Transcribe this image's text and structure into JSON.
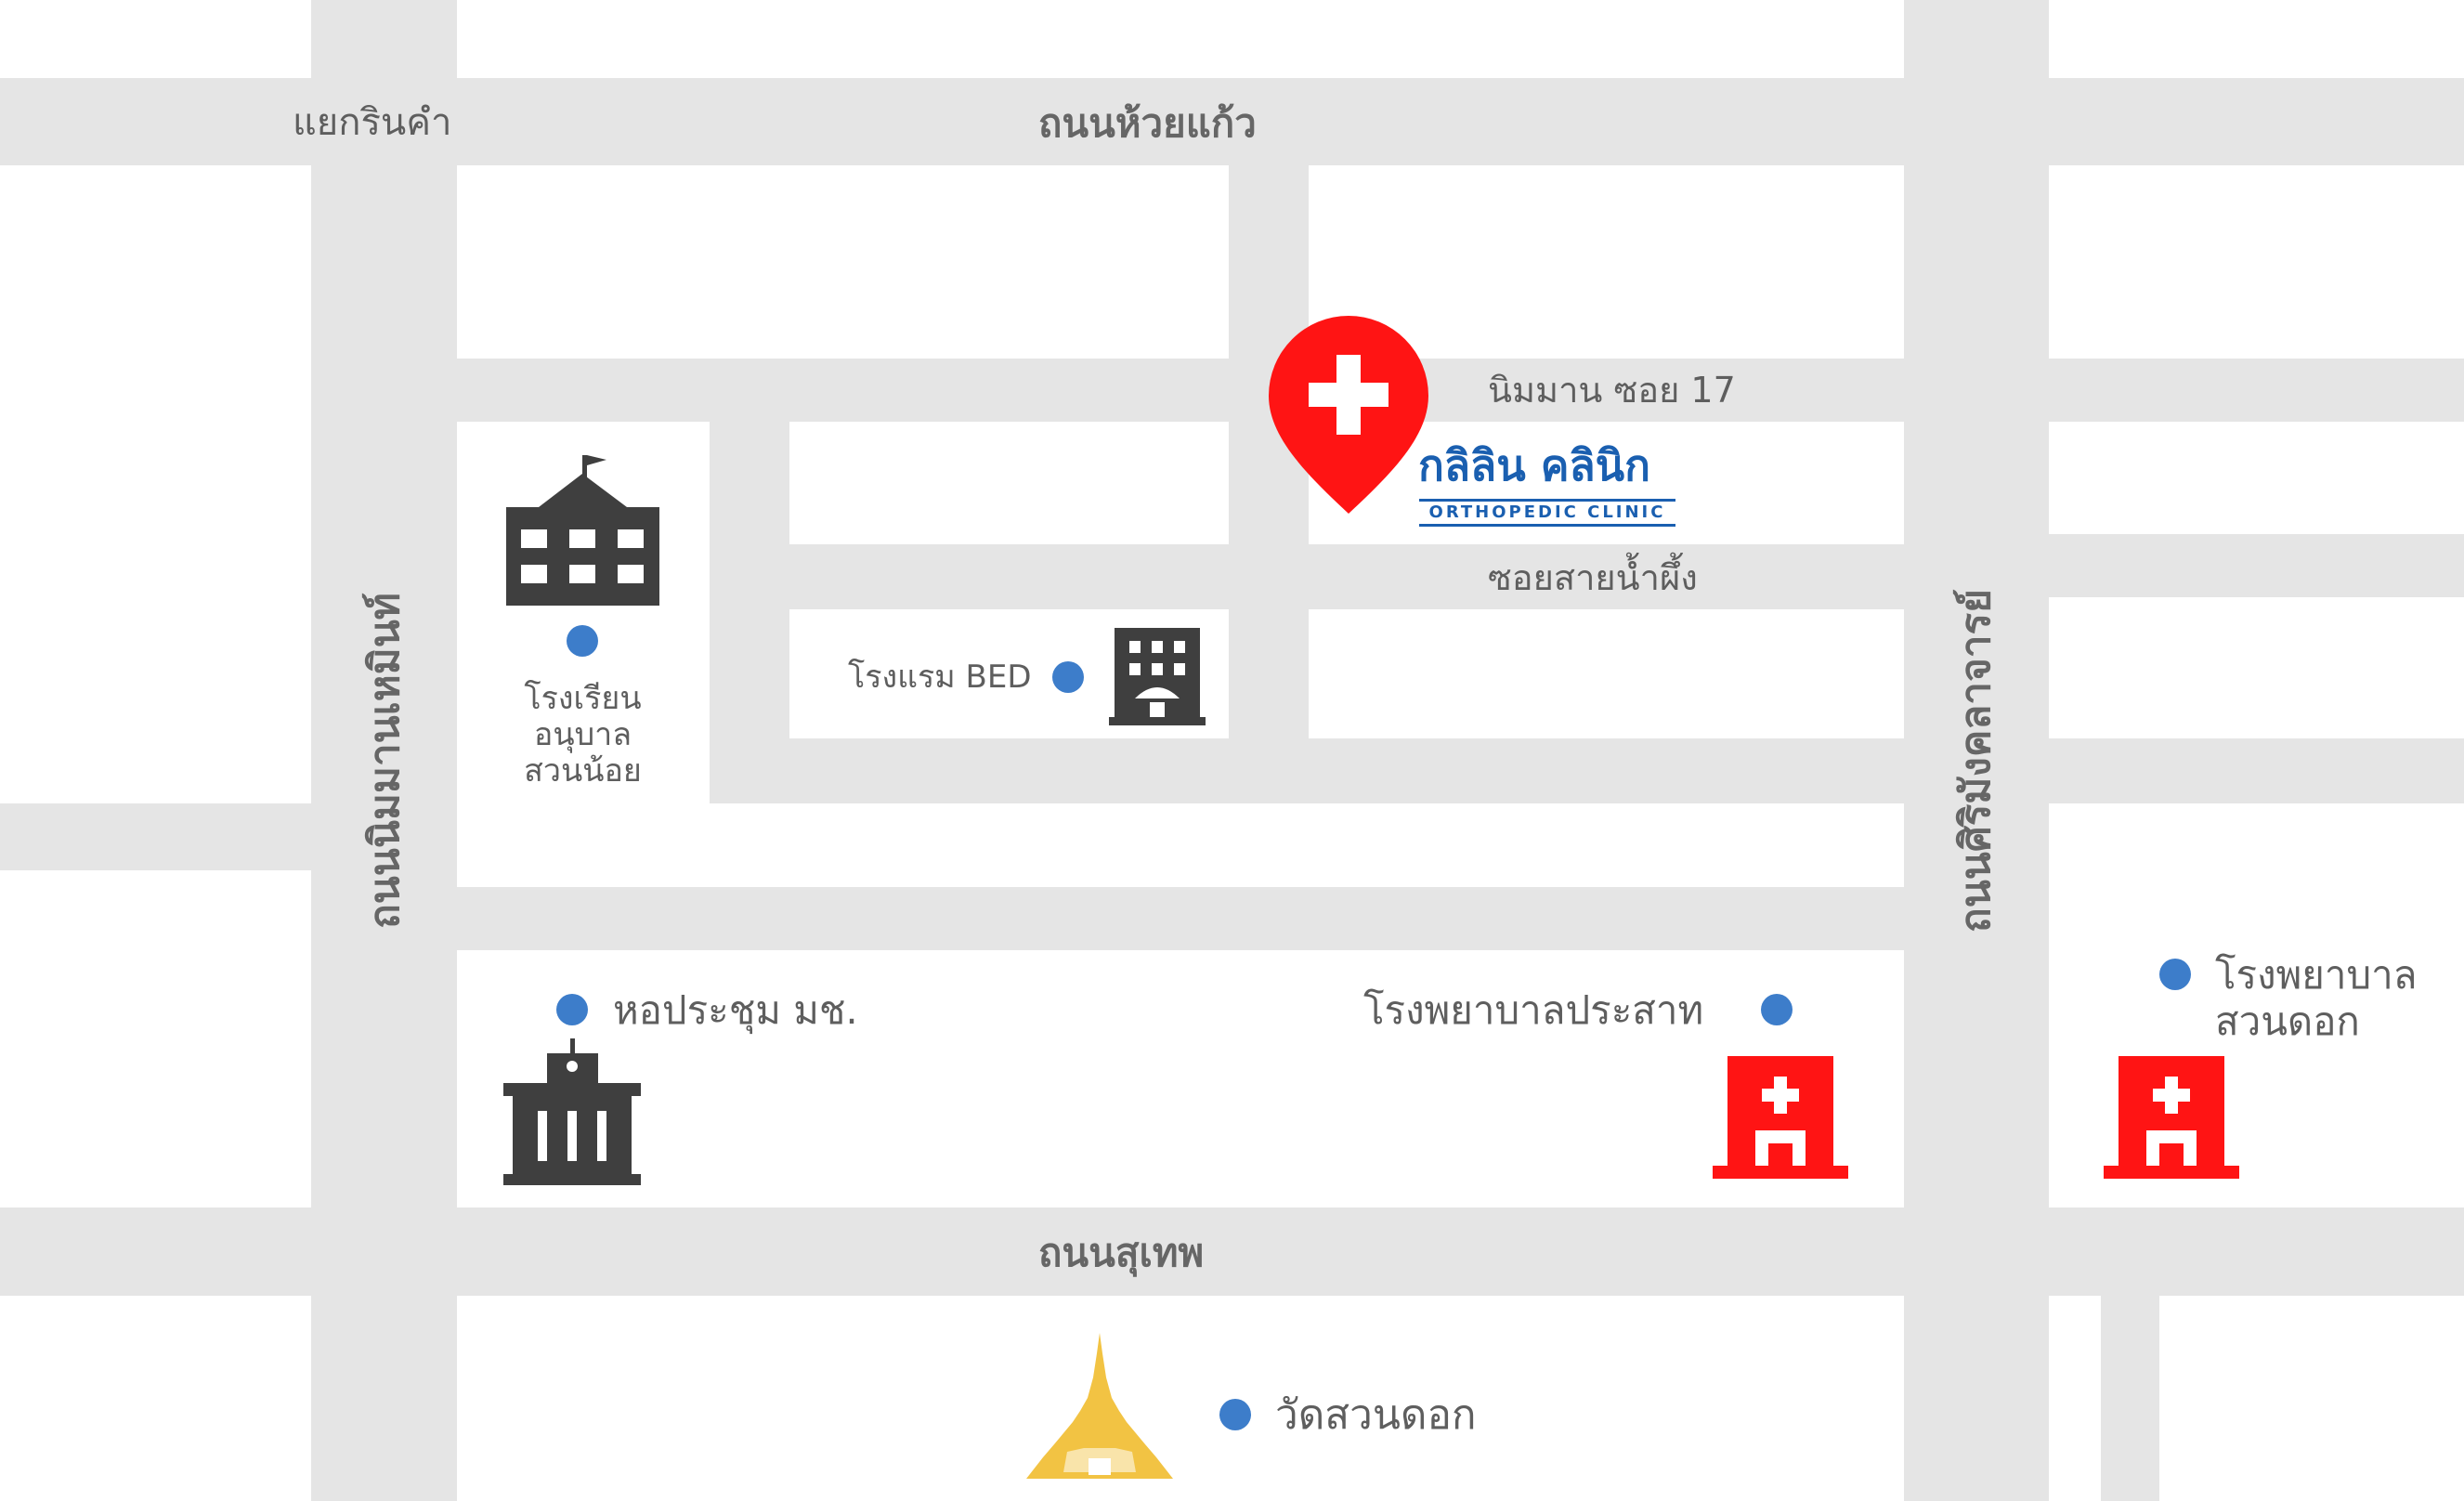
{
  "colors": {
    "road": "#e5e5e5",
    "block": "#ffffff",
    "label_text": "#5e5e5e",
    "marker_dot": "#3d7dca",
    "icon_dark": "#3f3f3f",
    "hospital_red": "#ff1414",
    "temple_gold": "#f2c343",
    "clinic_blue": "#1a5fb0"
  },
  "roads": {
    "huai_kaeo": "ถนนห้วยแก้ว",
    "suthep": "ถนนสุเทพ",
    "nimmanhaemin": "ถนนนิมมานเหมินท์",
    "siri_mangkalajarn": "ถนนศิริมังคลาจารย์",
    "nimman_soi_17": "นิมมาน ซอย 17",
    "soi_sai_nam_phueng": "ซอยสายน้ำผึ้ง"
  },
  "places": {
    "rin_kham_intersection": "แยกรินคำ",
    "kindergarten": [
      "โรงเรียน",
      "อนุบาล",
      "สวนน้อย"
    ],
    "hotel": "โรงแรม BED",
    "convention_hall": "หอประชุม มช.",
    "prasat_hospital": "โรงพยาบาลประสาท",
    "suan_dok_hospital": [
      "โรงพยาบาล",
      "สวนดอก"
    ],
    "wat_suan_dok": "วัดสวนดอก"
  },
  "clinic": {
    "name_th": "กลิลิน คลินิก",
    "name_en": "ORTHOPEDIC CLINIC",
    "marker_icon": "medical-cross-pin-icon"
  },
  "icons": {
    "school": "school-icon",
    "hotel": "hotel-building-icon",
    "hall": "hall-building-icon",
    "hospital": "hospital-icon",
    "temple": "temple-pagoda-icon"
  }
}
